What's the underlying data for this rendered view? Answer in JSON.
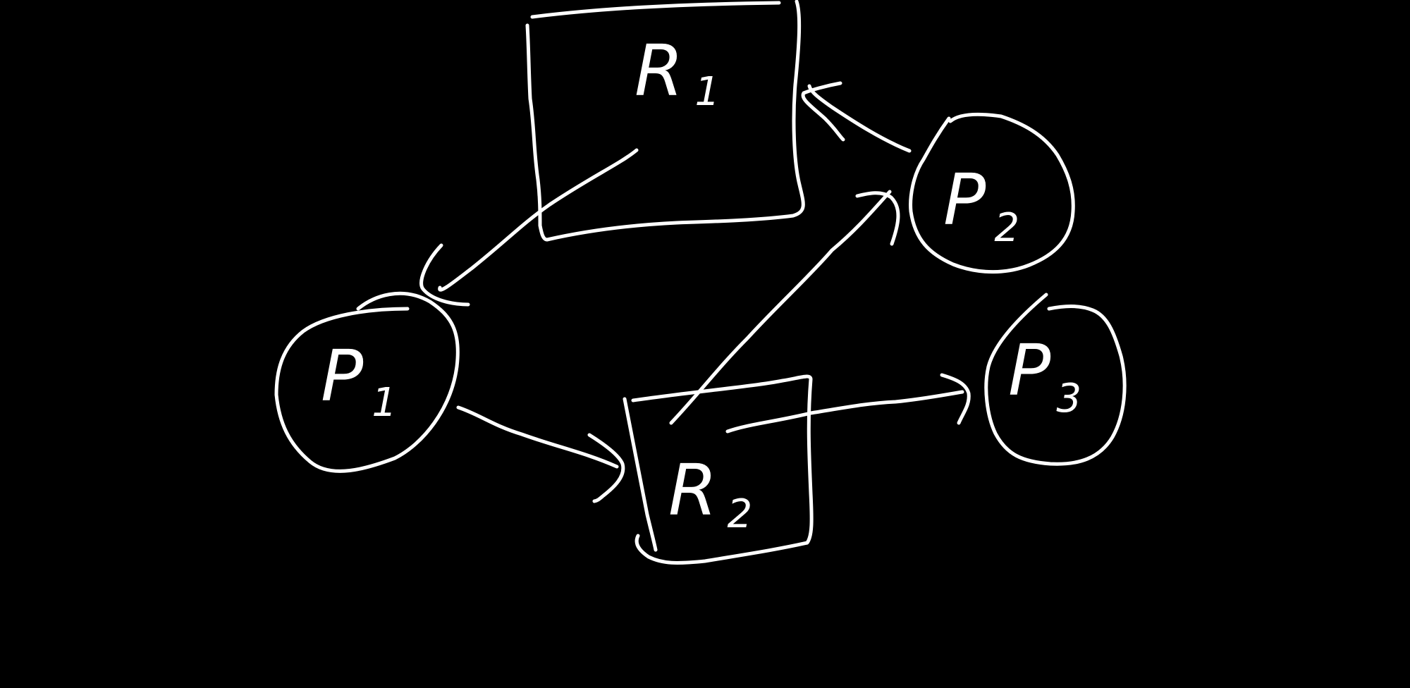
{
  "diagram": {
    "resources": [
      {
        "id": "R1",
        "letter": "R",
        "index": "1"
      },
      {
        "id": "R2",
        "letter": "R",
        "index": "2"
      }
    ],
    "processes": [
      {
        "id": "P1",
        "letter": "P",
        "index": "1"
      },
      {
        "id": "P2",
        "letter": "P",
        "index": "2"
      },
      {
        "id": "P3",
        "letter": "P",
        "index": "3"
      }
    ],
    "edges": [
      {
        "from": "R1",
        "to": "P1"
      },
      {
        "from": "P2",
        "to": "R1"
      },
      {
        "from": "P1",
        "to": "R2"
      },
      {
        "from": "R2",
        "to": "P2"
      },
      {
        "from": "R2",
        "to": "P3"
      }
    ],
    "colors": {
      "background": "#000000",
      "ink": "#ffffff"
    }
  }
}
